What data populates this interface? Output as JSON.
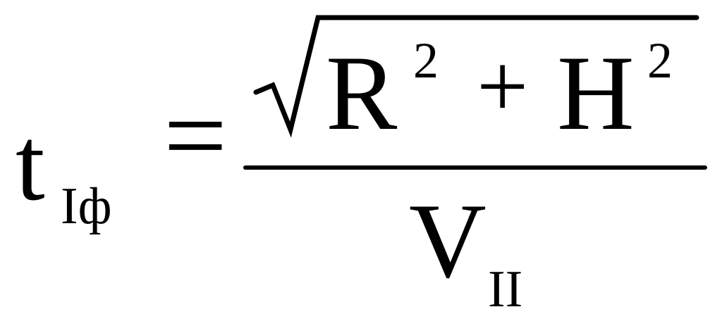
{
  "formula": {
    "lhs": {
      "variable": "t",
      "subscript": "Iф"
    },
    "operator": "=",
    "numerator": {
      "radical": "√",
      "term1": "R",
      "term1_exponent": "2",
      "plus": "+",
      "term2": "H",
      "term2_exponent": "2"
    },
    "denominator": {
      "variable": "V",
      "subscript": "II"
    }
  }
}
